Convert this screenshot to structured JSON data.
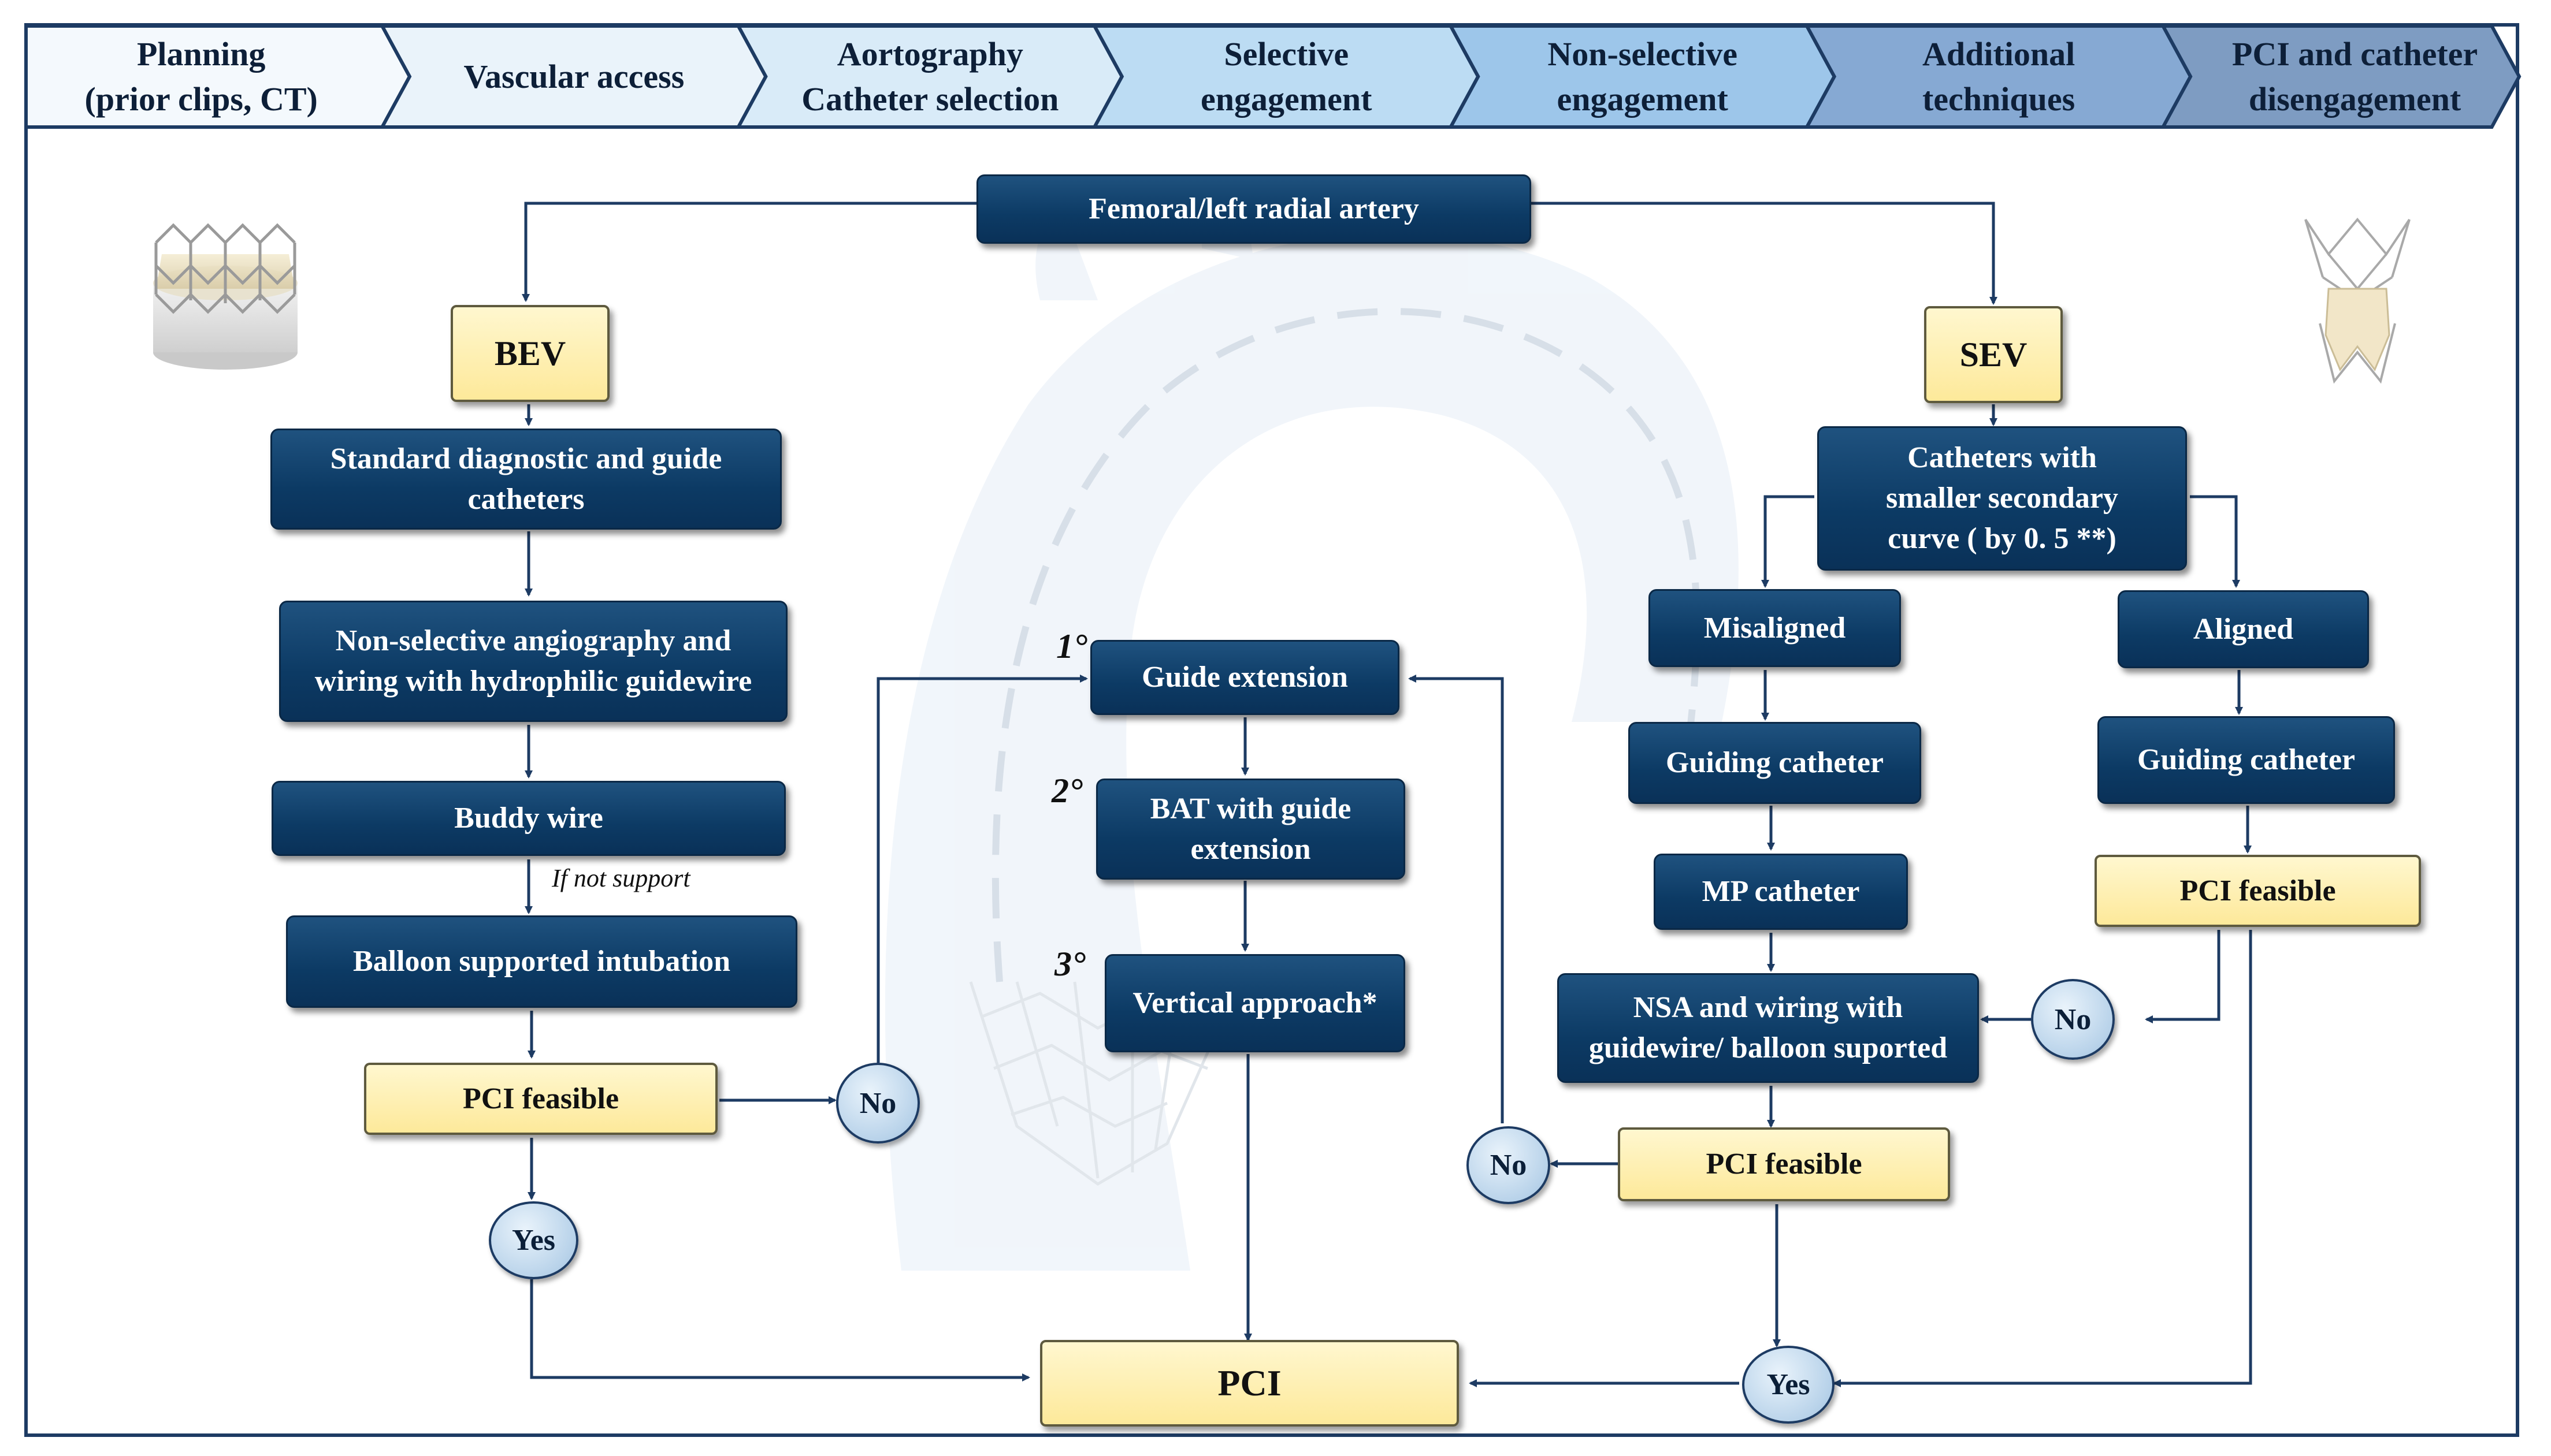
{
  "steps": [
    {
      "label": "Planning\n(prior clips, CT)",
      "color": "#f4f9fd"
    },
    {
      "label": "Vascular access",
      "color": "#eaf3fa"
    },
    {
      "label": "Aortography\nCatheter selection",
      "color": "#d9ebf8"
    },
    {
      "label": "Selective\nengagement",
      "color": "#bcdcf3"
    },
    {
      "label": "Non-selective\nengagement",
      "color": "#9dc6ea"
    },
    {
      "label": "Additional\ntechniques",
      "color": "#86a9d3"
    },
    {
      "label": "PCI and catheter\ndisengagement",
      "color": "#7e9cc2"
    }
  ],
  "nodes": {
    "femoral": "Femoral/left radial artery",
    "bev": "BEV",
    "sev": "SEV",
    "standard_catheters": "Standard diagnostic and guide\ncatheters",
    "nonselective_angio": "Non-selective angiography and\nwiring with hydrophilic guidewire",
    "buddy_wire": "Buddy wire",
    "balloon_intubation": "Balloon supported intubation",
    "pci_feasible_left": "PCI feasible",
    "no_left": "No",
    "yes_left": "Yes",
    "guide_extension": "Guide extension",
    "bat_guide_extension": "BAT with guide\nextension",
    "vertical_approach": "Vertical approach*",
    "pci": "PCI",
    "smaller_curve": "Catheters with\nsmaller secondary\ncurve ( by 0. 5 **)",
    "misaligned": "Misaligned",
    "aligned": "Aligned",
    "guiding_catheter_mis": "Guiding catheter",
    "guiding_catheter_al": "Guiding catheter",
    "mp_catheter": "MP catheter",
    "nsa_wiring": "NSA and wiring with\nguidewire/ balloon suported",
    "pci_feasible_mid": "PCI feasible",
    "pci_feasible_right": "PCI feasible",
    "no_mid": "No",
    "no_right": "No",
    "yes_right": "Yes"
  },
  "annotations": {
    "if_not_support": "If not support",
    "step1": "1°",
    "step2": "2°",
    "step3": "3°"
  },
  "colors": {
    "box_blue": "#0c3a64",
    "box_yellow": "#fde99a",
    "circle_fill": "#b9d3ea",
    "connector": "#1d3b63",
    "frame": "#1d3b63"
  },
  "icons": {
    "left_valve": "balloon-expandable-valve-icon",
    "right_valve": "self-expanding-valve-icon"
  }
}
